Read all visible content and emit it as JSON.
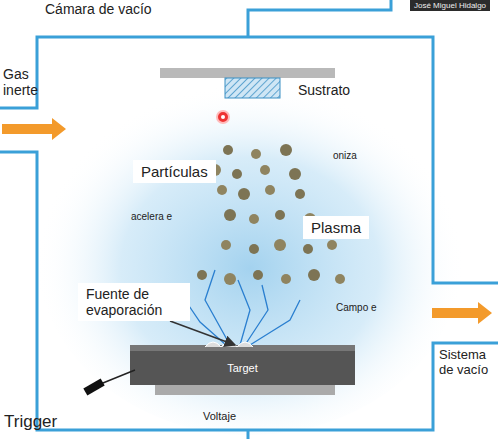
{
  "diagram": {
    "nodes": [
      {
        "text": [
          "Partículas"
        ]
      },
      {
        "text": [
          "Plasma"
        ]
      },
      {
        "text": [
          "Fuente de evaporación"
        ]
      },
      {
        "text": [
          "Target"
        ]
      }
    ],
    "edges": [
      {
        "from": 2,
        "to": 3,
        "arrow": "to"
      }
    ],
    "labels": [
      "Cámara de vacío",
      "Gas inerte",
      "Sustrato",
      "oniza",
      "acelera e",
      "Campo e",
      "Sistema de vacío",
      "Trigger",
      "Voltaje",
      "José Miguel Hidalgo"
    ]
  }
}
